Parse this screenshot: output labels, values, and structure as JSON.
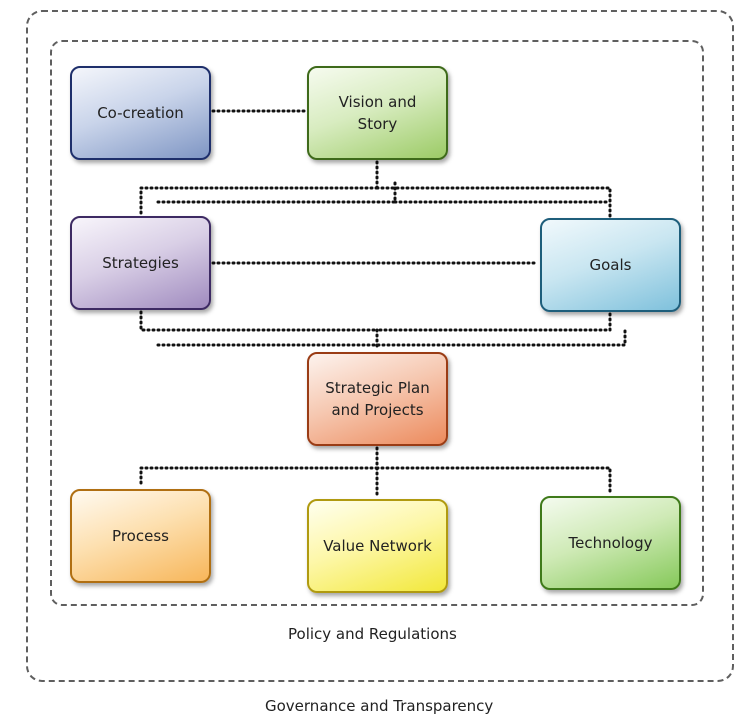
{
  "nodes": {
    "cocreation": {
      "line1": "Co-creation"
    },
    "vision": {
      "line1": "Vision  and",
      "line2": "Story"
    },
    "strategies": {
      "line1": "Strategies"
    },
    "goals": {
      "line1": "Goals"
    },
    "plan": {
      "line1": "Strategic  Plan",
      "line2": "and Projects"
    },
    "process": {
      "line1": "Process"
    },
    "value_network": {
      "line1": "Value  Network"
    },
    "technology": {
      "line1": "Technology"
    }
  },
  "frames": {
    "inner_label": "Policy and  Regulations",
    "outer_label": "Governance and Transparency"
  }
}
